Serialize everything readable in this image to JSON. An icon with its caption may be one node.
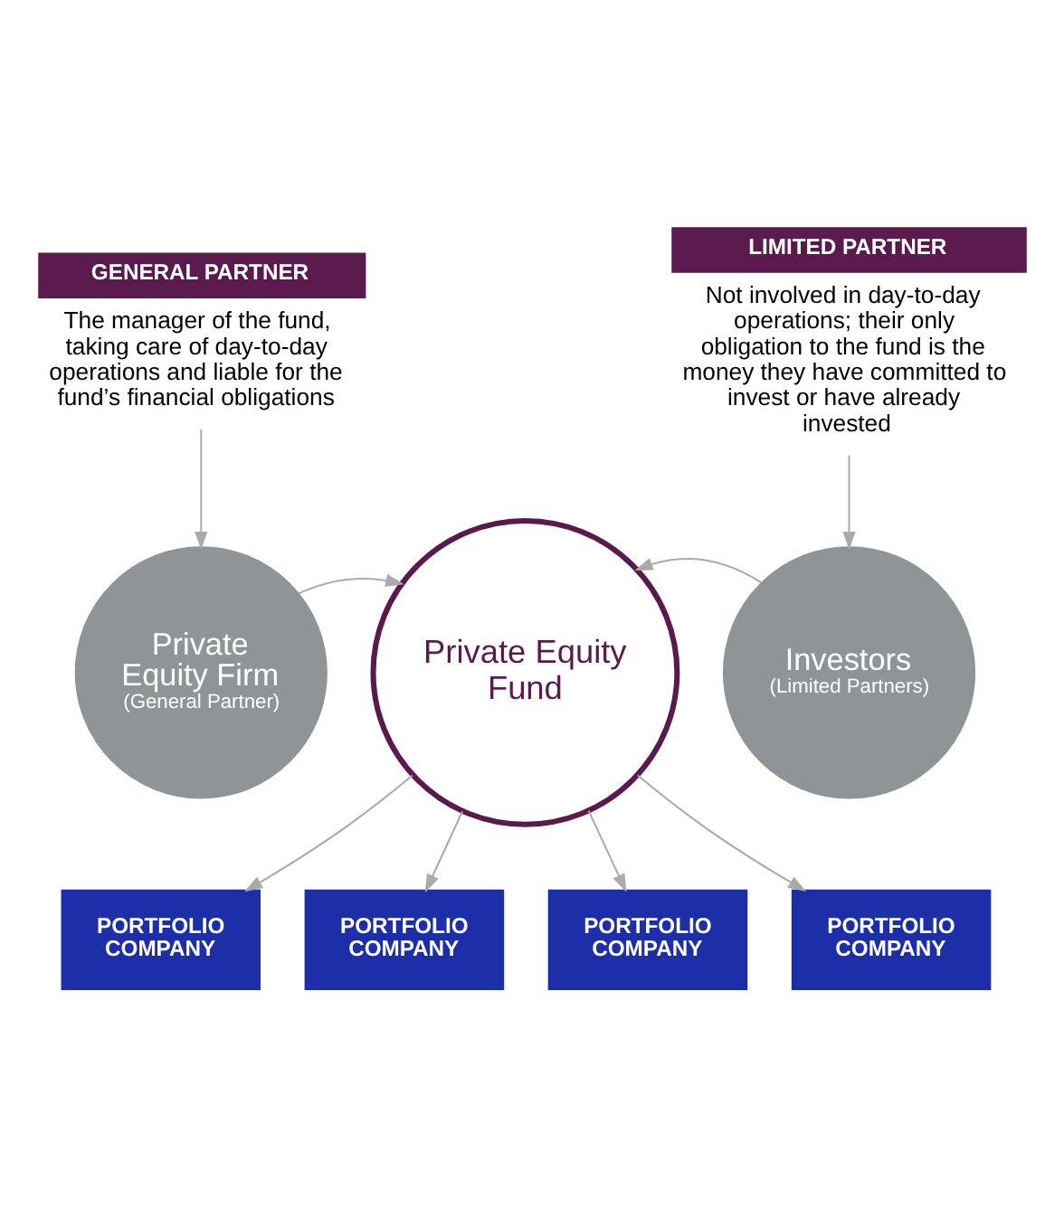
{
  "diagram": {
    "nodes": [
      {
        "text": [
          "GENERAL PARTNER",
          "The manager of the fund, taking care of day-to-day operations and liable for the fund’s financial obligations"
        ]
      },
      {
        "text": [
          "LIMITED PARTNER",
          "Not involved in day-to-day operations; their only obligation to the fund is the money they have committed to invest or have already invested"
        ]
      },
      {
        "text": [
          "Private Equity Firm",
          "(General Partner)"
        ]
      },
      {
        "text": [
          "Private Equity Fund"
        ]
      },
      {
        "text": [
          "Investors",
          "(Limited Partners)"
        ]
      },
      {
        "text": [
          "PORTFOLIO COMPANY"
        ]
      },
      {
        "text": [
          "PORTFOLIO COMPANY"
        ]
      },
      {
        "text": [
          "PORTFOLIO COMPANY"
        ]
      },
      {
        "text": [
          "PORTFOLIO COMPANY"
        ]
      }
    ],
    "edges": [
      {
        "from": 0,
        "to": 2,
        "arrow": "to"
      },
      {
        "from": 1,
        "to": 4,
        "arrow": "to"
      },
      {
        "from": 2,
        "to": 3,
        "arrow": "to"
      },
      {
        "from": 4,
        "to": 3,
        "arrow": "to"
      },
      {
        "from": 3,
        "to": 5,
        "arrow": "to"
      },
      {
        "from": 3,
        "to": 6,
        "arrow": "to"
      },
      {
        "from": 3,
        "to": 7,
        "arrow": "to"
      },
      {
        "from": 3,
        "to": 8,
        "arrow": "to"
      }
    ]
  }
}
